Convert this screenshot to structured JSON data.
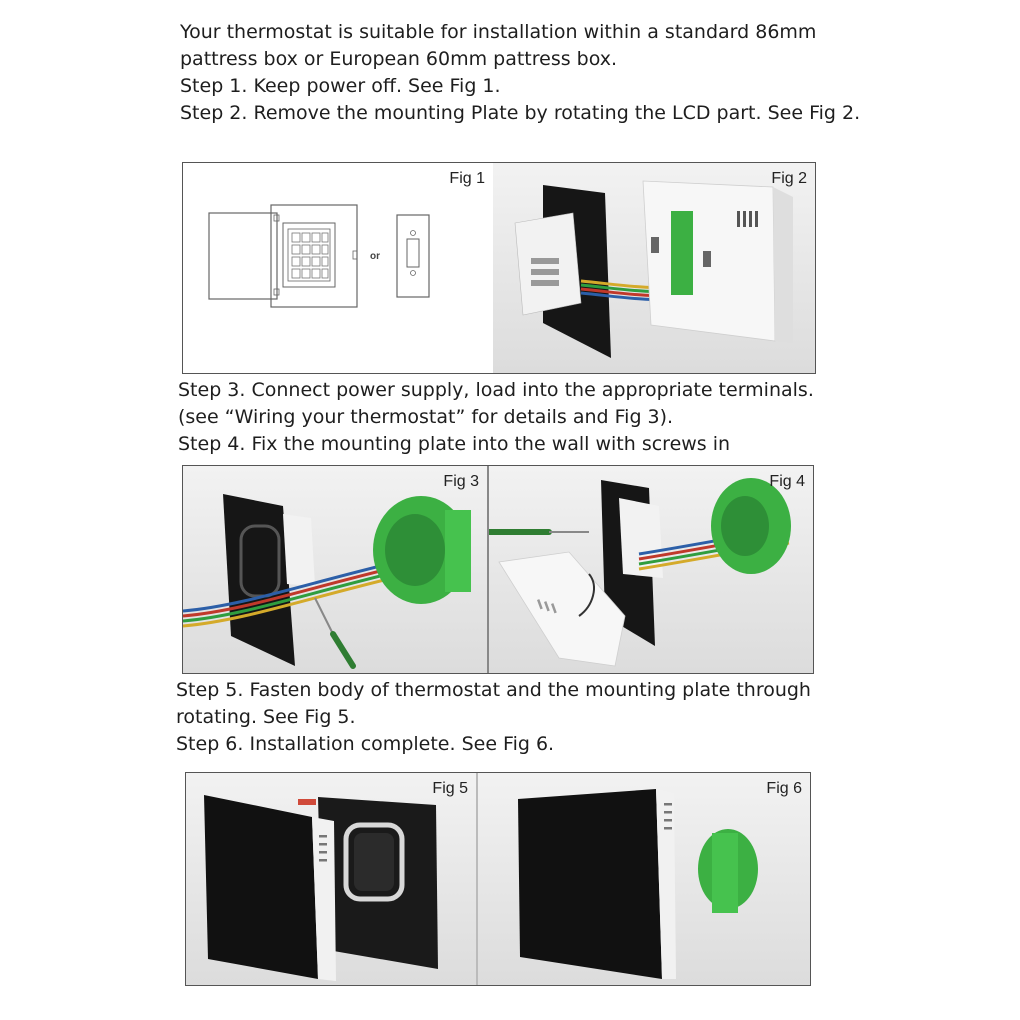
{
  "intro": {
    "line1": "Your thermostat is suitable for installation within a standard 86mm",
    "line2": "pattress box or European 60mm pattress box.",
    "line3": "Step 1. Keep power off. See Fig 1.",
    "line4": "Step 2. Remove the mounting Plate by rotating the LCD part. See Fig 2."
  },
  "block2": {
    "line1": "Step 3. Connect power supply, load into the appropriate terminals.",
    "line2": "(see “Wiring your thermostat” for details and Fig 3).",
    "line3": "Step 4. Fix the mounting plate into the wall with screws in"
  },
  "block3": {
    "line1": "Step 5. Fasten body of thermostat and the mounting plate through",
    "line2": "rotating. See Fig 5.",
    "line3": "Step 6. Installation complete. See Fig 6."
  },
  "figures": {
    "fig1": {
      "label": "Fig 1",
      "or_text": "or"
    },
    "fig2": {
      "label": "Fig 2"
    },
    "fig3": {
      "label": "Fig 3"
    },
    "fig4": {
      "label": "Fig 4"
    },
    "fig5": {
      "label": "Fig 5"
    },
    "fig6": {
      "label": "Fig 6"
    }
  },
  "colors": {
    "panel_black": "#111111",
    "pattress_green": "#3cb043",
    "plate_white": "#f4f4f4"
  }
}
